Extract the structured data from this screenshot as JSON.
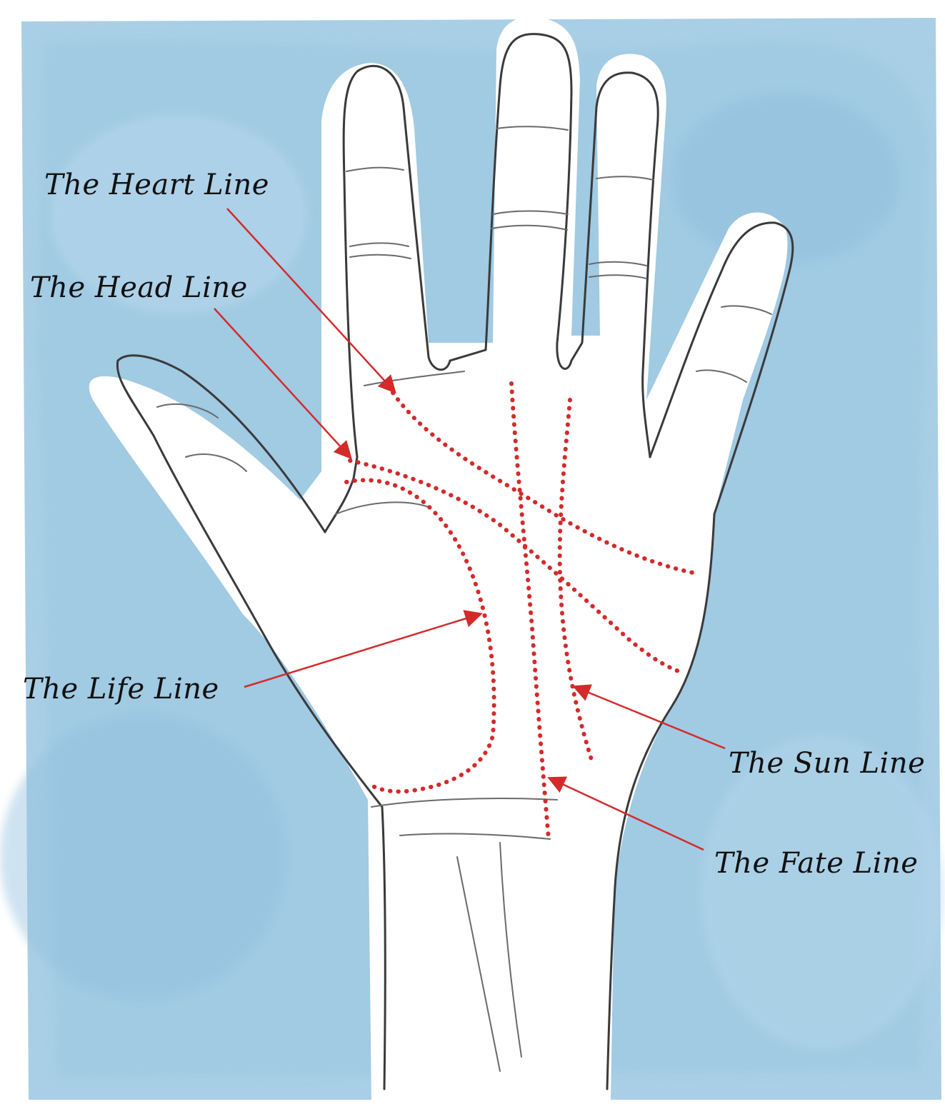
{
  "colors": {
    "background_wash": "#a9cfe6",
    "background_wash_dark": "#8fbfdd",
    "paper": "#ffffff",
    "pencil": "#3a3a3a",
    "palm_line_accent": "#d42a2a"
  },
  "labels": {
    "heart_line": "The Heart Line",
    "head_line": "The Head Line",
    "life_line": "The Life Line",
    "sun_line": "The Sun Line",
    "fate_line": "The Fate Line"
  }
}
